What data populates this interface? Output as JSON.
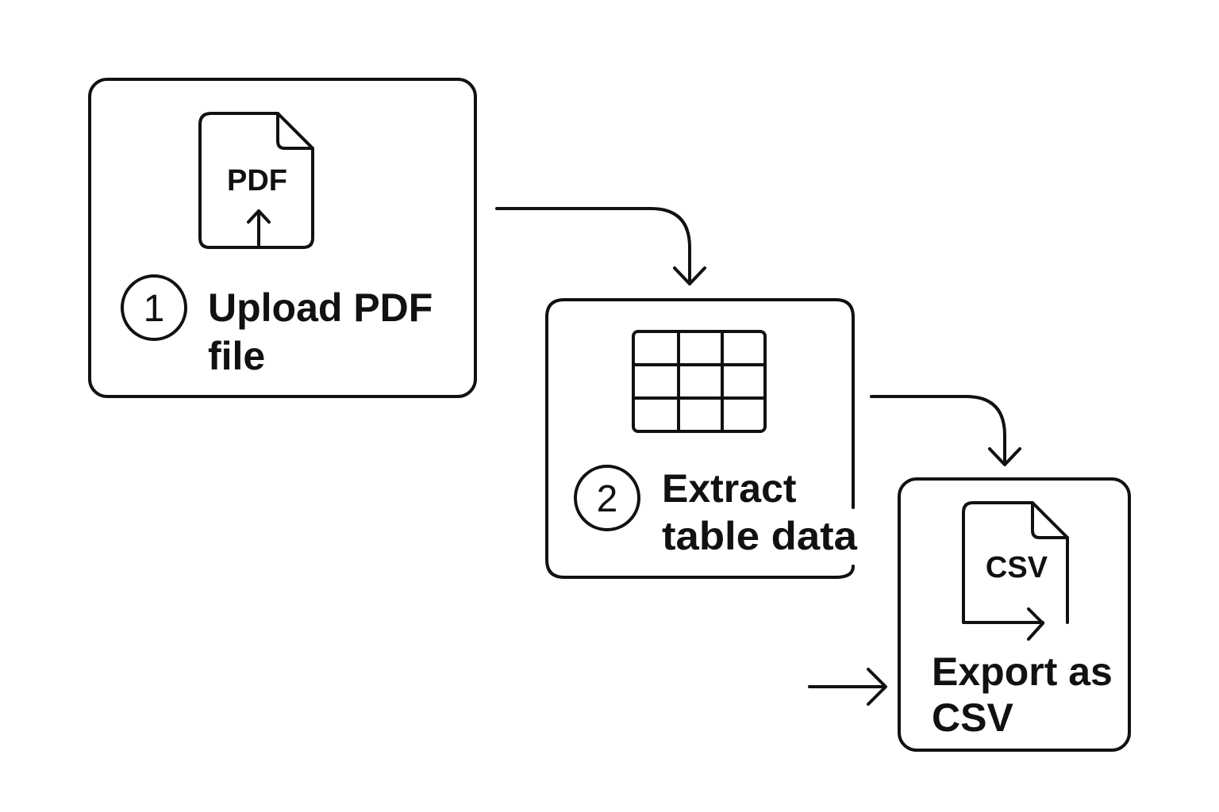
{
  "steps": [
    {
      "number": "1",
      "label_line1": "Upload PDF",
      "label_line2": "file",
      "icon": "pdf-upload-icon",
      "icon_text": "PDF"
    },
    {
      "number": "2",
      "label_line1": "Extract",
      "label_line2": "table data",
      "icon": "table-grid-icon"
    },
    {
      "label_line1": "Export as",
      "label_line2": "CSV",
      "icon": "csv-export-icon",
      "icon_text": "CSV"
    }
  ],
  "colors": {
    "stroke": "#111111",
    "background": "#ffffff"
  }
}
